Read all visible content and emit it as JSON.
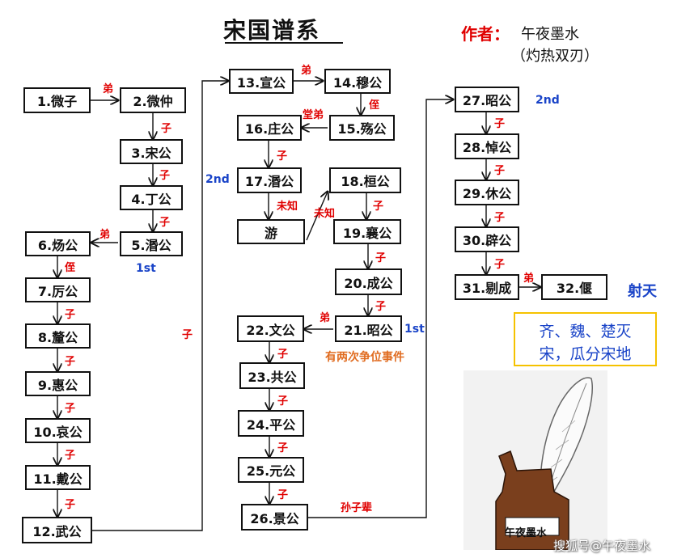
{
  "title": "宋国谱系",
  "author": {
    "label": "作者：",
    "name": "午夜墨水",
    "alias": "（灼热双刃）"
  },
  "rulers": [
    {
      "id": "n1",
      "label": "1.微子"
    },
    {
      "id": "n2",
      "label": "2.微仲"
    },
    {
      "id": "n3",
      "label": "3.宋公"
    },
    {
      "id": "n4",
      "label": "4.丁公"
    },
    {
      "id": "n5",
      "label": "5.湣公"
    },
    {
      "id": "n6",
      "label": "6.炀公"
    },
    {
      "id": "n7",
      "label": "7.厉公"
    },
    {
      "id": "n8",
      "label": "8.釐公"
    },
    {
      "id": "n9",
      "label": "9.惠公"
    },
    {
      "id": "n10",
      "label": "10.哀公"
    },
    {
      "id": "n11",
      "label": "11.戴公"
    },
    {
      "id": "n12",
      "label": "12.武公"
    },
    {
      "id": "n13",
      "label": "13.宣公"
    },
    {
      "id": "n14",
      "label": "14.穆公"
    },
    {
      "id": "n15",
      "label": "15.殇公"
    },
    {
      "id": "n16",
      "label": "16.庄公"
    },
    {
      "id": "n17",
      "label": "17.湣公"
    },
    {
      "id": "nyou",
      "label": "游"
    },
    {
      "id": "n18",
      "label": "18.桓公"
    },
    {
      "id": "n19",
      "label": "19.襄公"
    },
    {
      "id": "n20",
      "label": "20.成公"
    },
    {
      "id": "n21",
      "label": "21.昭公"
    },
    {
      "id": "n22",
      "label": "22.文公"
    },
    {
      "id": "n23",
      "label": "23.共公"
    },
    {
      "id": "n24",
      "label": "24.平公"
    },
    {
      "id": "n25",
      "label": "25.元公"
    },
    {
      "id": "n26",
      "label": "26.景公"
    },
    {
      "id": "n27",
      "label": "27.昭公"
    },
    {
      "id": "n28",
      "label": "28.悼公"
    },
    {
      "id": "n29",
      "label": "29.休公"
    },
    {
      "id": "n30",
      "label": "30.辟公"
    },
    {
      "id": "n31",
      "label": "31.剔成"
    },
    {
      "id": "n32",
      "label": "32.偃"
    }
  ],
  "relations": [
    {
      "id": "r1_2",
      "text": "弟"
    },
    {
      "id": "r2_3",
      "text": "子"
    },
    {
      "id": "r3_4",
      "text": "子"
    },
    {
      "id": "r4_5",
      "text": "子"
    },
    {
      "id": "r5_6",
      "text": "弟"
    },
    {
      "id": "r6_7",
      "text": "侄"
    },
    {
      "id": "r7_8",
      "text": "子"
    },
    {
      "id": "r8_9",
      "text": "子"
    },
    {
      "id": "r9_10",
      "text": "子"
    },
    {
      "id": "r10_11",
      "text": "子"
    },
    {
      "id": "r11_12",
      "text": "子"
    },
    {
      "id": "r12_13",
      "text": "子"
    },
    {
      "id": "r13_14",
      "text": "弟"
    },
    {
      "id": "r14_15",
      "text": "侄"
    },
    {
      "id": "r15_16",
      "text": "堂弟"
    },
    {
      "id": "r16_17",
      "text": "子"
    },
    {
      "id": "r17_you",
      "text": "未知"
    },
    {
      "id": "ryou_18",
      "text": "未知"
    },
    {
      "id": "r18_19",
      "text": "子"
    },
    {
      "id": "r19_20",
      "text": "子"
    },
    {
      "id": "r20_21",
      "text": "子"
    },
    {
      "id": "r21_22",
      "text": "弟"
    },
    {
      "id": "r22_23",
      "text": "子"
    },
    {
      "id": "r23_24",
      "text": "子"
    },
    {
      "id": "r24_25",
      "text": "子"
    },
    {
      "id": "r25_26",
      "text": "子"
    },
    {
      "id": "r26_27",
      "text": "孙子辈"
    },
    {
      "id": "r27_28",
      "text": "子"
    },
    {
      "id": "r28_29",
      "text": "子"
    },
    {
      "id": "r29_30",
      "text": "子"
    },
    {
      "id": "r30_31",
      "text": "子"
    },
    {
      "id": "r31_32",
      "text": "弟"
    }
  ],
  "ordinals": [
    {
      "id": "o5",
      "text": "1st"
    },
    {
      "id": "o17",
      "text": "2nd"
    },
    {
      "id": "o21",
      "text": "1st"
    },
    {
      "id": "o27",
      "text": "2nd"
    }
  ],
  "notes": {
    "double_accession": "有两次争位事件",
    "end_reign": "射天"
  },
  "fate": {
    "line1": "齐、魏、楚灭",
    "line2": "宋，瓜分宋地"
  },
  "illustration": {
    "label": "午夜墨水"
  },
  "watermark": "搜狐号@午夜墨水",
  "colors": {
    "relation": "#e00000",
    "ordinal": "#1a44c8",
    "note": "#e06b1f",
    "fate_border": "#f5c200"
  }
}
